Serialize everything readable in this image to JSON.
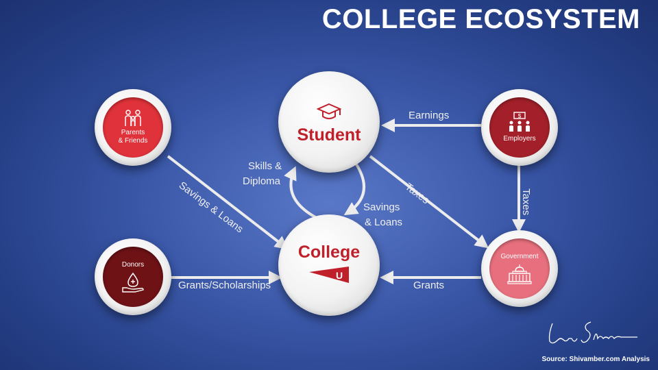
{
  "title": "COLLEGE ECOSYSTEM",
  "nodes": {
    "student": {
      "label": "Student",
      "icon": "graduation-cap-icon"
    },
    "college": {
      "label": "College",
      "icon": "pennant-u-icon",
      "pennant": "U"
    },
    "parents": {
      "label_line1": "Parents",
      "label_line2": "& Friends",
      "icon": "family-icon",
      "color": "#e0323a"
    },
    "employers": {
      "label": "Employers",
      "icon": "workers-money-icon",
      "color": "#a3202a"
    },
    "donors": {
      "label": "Donors",
      "icon": "donation-hand-icon",
      "color": "#6e1216"
    },
    "government": {
      "label": "Government",
      "icon": "capitol-building-icon",
      "color": "#e8707e"
    }
  },
  "edges": {
    "earnings": "Earnings",
    "taxes_employers": "Taxes",
    "taxes_student": "Taxes",
    "savings_loans_parents": "Savings & Loans",
    "savings_loans_student_1": "Savings",
    "savings_loans_student_2": "& Loans",
    "skills_diploma_1": "Skills &",
    "skills_diploma_2": "Diploma",
    "grants_scholarships": "Grants/Scholarships",
    "grants": "Grants"
  },
  "colors": {
    "accent_red": "#c0202a",
    "arrow": "#ececec"
  },
  "source": "Source: Shivamber.com Analysis"
}
